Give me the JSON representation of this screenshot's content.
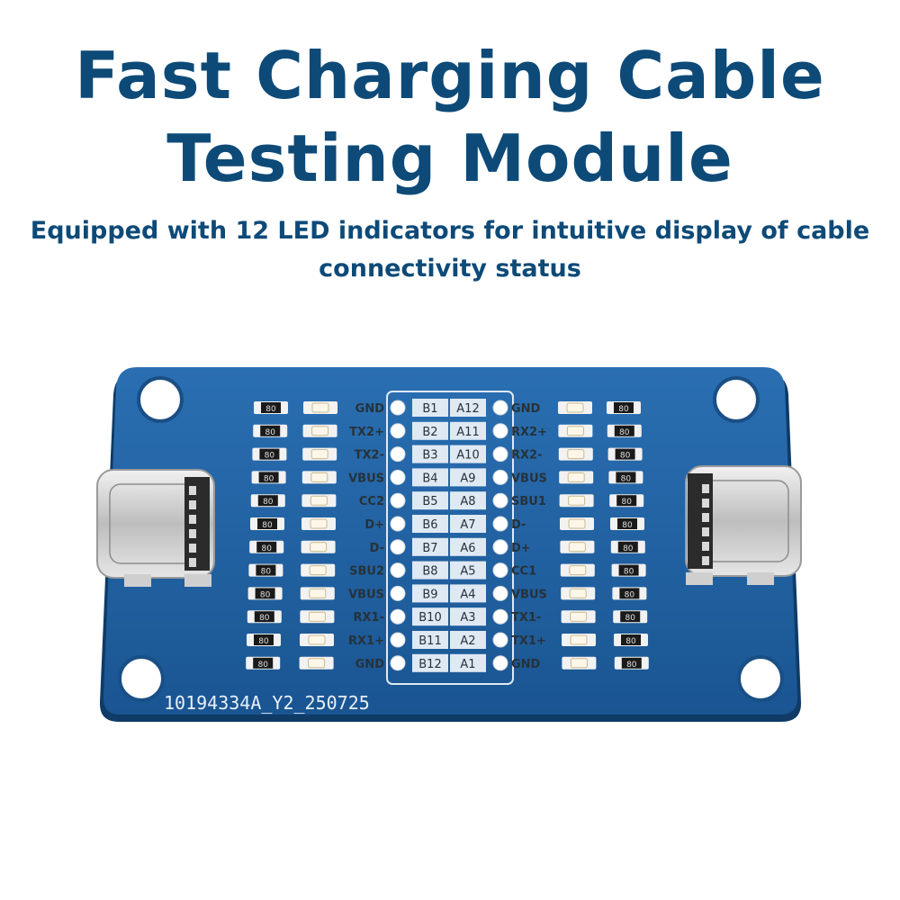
{
  "headline": {
    "line1": "Fast Charging Cable",
    "line2": "Testing Module"
  },
  "subtitle": {
    "line1": "Equipped with 12 LED indicators for intuitive display of cable",
    "line2": "connectivity status"
  },
  "board": {
    "left_pins": [
      "GND",
      "TX2+",
      "TX2-",
      "VBUS",
      "CC2",
      "D+",
      "D-",
      "SBU2",
      "VBUS",
      "RX1-",
      "RX1+",
      "GND"
    ],
    "right_pins": [
      "GND",
      "RX2+",
      "RX2-",
      "VBUS",
      "SBU1",
      "D-",
      "D+",
      "CC1",
      "VBUS",
      "TX1-",
      "TX1+",
      "GND"
    ],
    "b_pins": [
      "B1",
      "B2",
      "B3",
      "B4",
      "B5",
      "B6",
      "B7",
      "B8",
      "B9",
      "B10",
      "B11",
      "B12"
    ],
    "a_pins": [
      "A12",
      "A11",
      "A10",
      "A9",
      "A8",
      "A7",
      "A6",
      "A5",
      "A4",
      "A3",
      "A2",
      "A1"
    ],
    "resistor_code": "80",
    "serial": "10194334A_Y2_250725",
    "colors": {
      "pcb": "#1f5fa0",
      "pcb_edge": "#16497e",
      "headline": "#0d4a78"
    }
  }
}
